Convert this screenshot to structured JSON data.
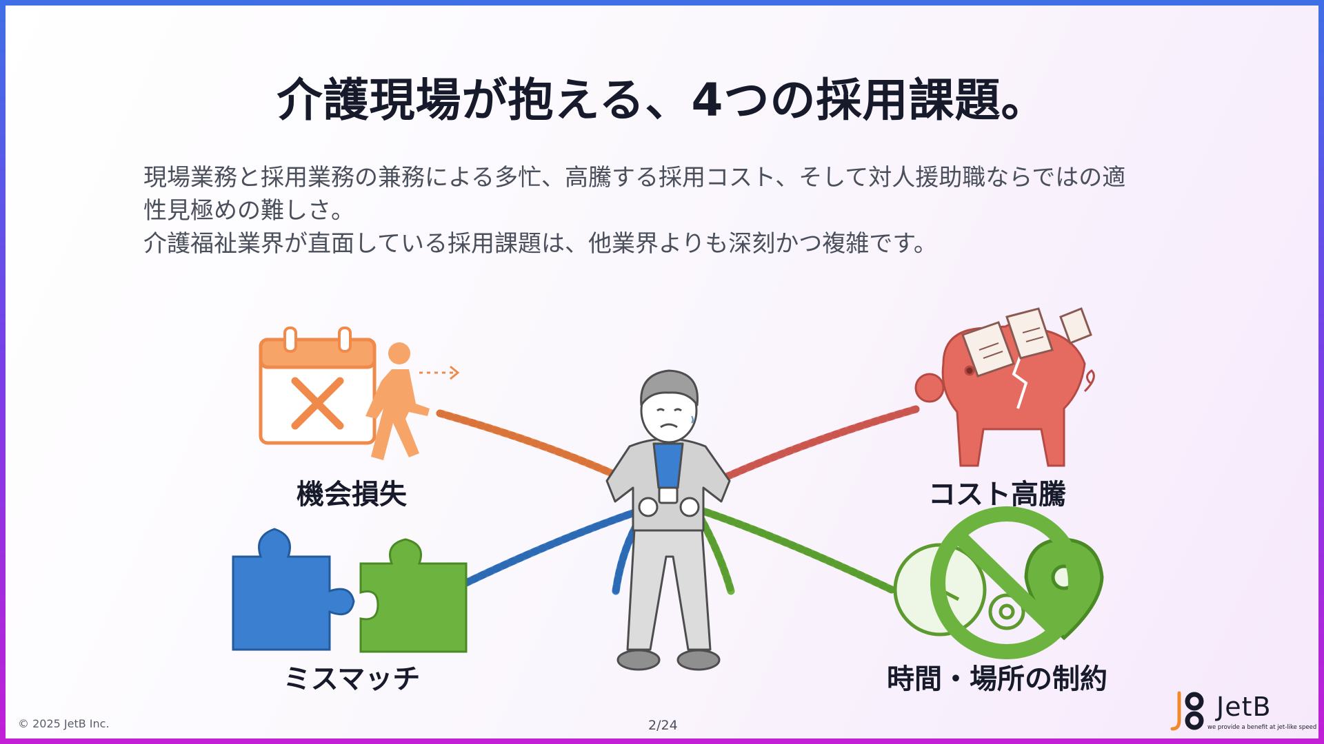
{
  "slide": {
    "title": "介護現場が抱える、4つの採用課題。",
    "intro_lines": [
      "現場業務と採用業務の兼務による多忙、高騰する採用コスト、そして対人援助職ならではの適",
      "性見極めの難しさ。",
      "介護福祉業界が直面している採用課題は、他業界よりも深刻かつ複雑です。"
    ]
  },
  "challenges": [
    {
      "label": "機会損失",
      "icon": "missed-opportunity-icon",
      "rope_color": "#f08a4b"
    },
    {
      "label": "コスト高騰",
      "icon": "piggy-bank-icon",
      "rope_color": "#e56b61"
    },
    {
      "label": "ミスマッチ",
      "icon": "puzzle-pieces-icon",
      "rope_color": "#3b7fd0"
    },
    {
      "label": "時間・場所の制約",
      "icon": "time-place-restriction-icon",
      "rope_color": "#6db33f"
    }
  ],
  "footer": {
    "copyright": "© 2025 JetB Inc.",
    "page": "2/24",
    "logo_name": "JetB",
    "logo_tagline": "we provide a benefit at jet-like speed"
  },
  "colors": {
    "title": "#161a2b",
    "body_text": "#4a4f5c",
    "border_top": "#3f6fe6",
    "border_bottom": "#c21fd6"
  }
}
